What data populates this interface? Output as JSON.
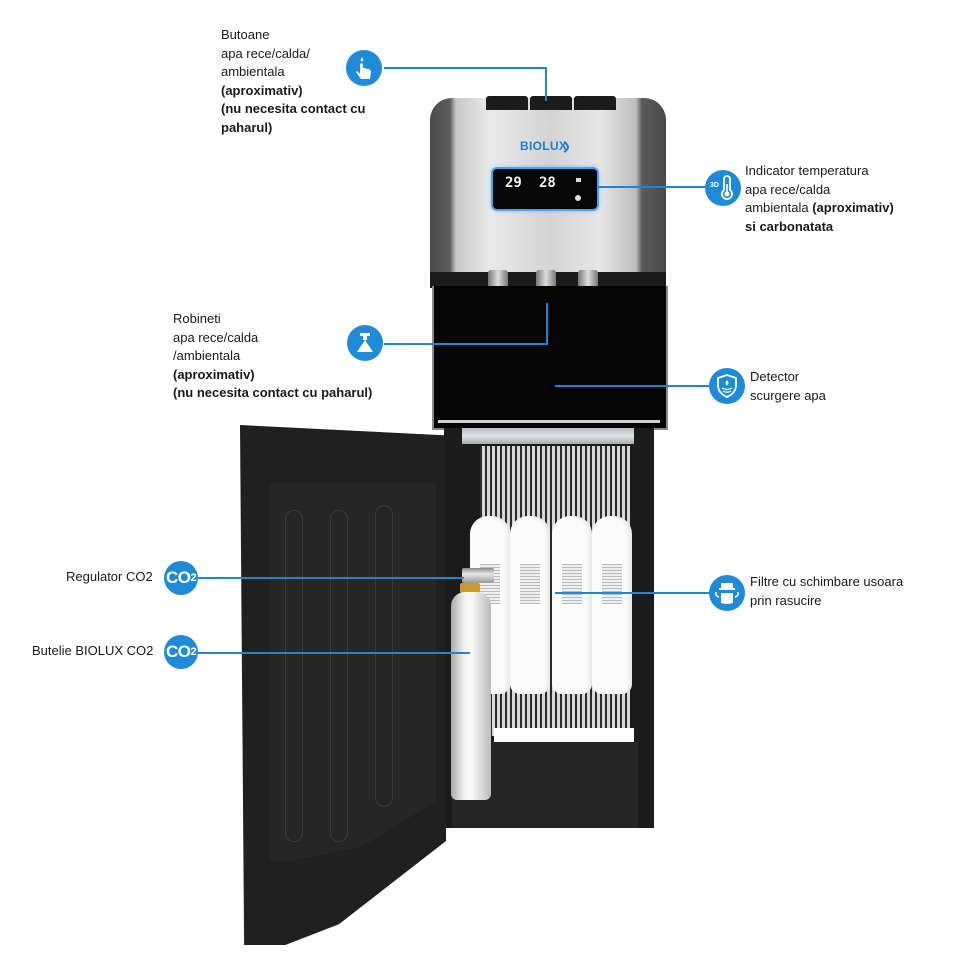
{
  "diagram": {
    "subject": "Water dispenser with CO2 carbonation",
    "brand": "BIOLUX",
    "display": {
      "left_temp": "29",
      "right_temp": "28"
    },
    "accent_color": "#1f8ad8",
    "callouts": [
      {
        "id": "buttons",
        "icon": "touch-button-icon",
        "lines": [
          "Butoane",
          "apa rece/calda/",
          "ambientala"
        ],
        "bold_lines": [
          "(aproximativ)",
          "(nu necesita contact cu",
          "paharul)"
        ]
      },
      {
        "id": "temp-indicator",
        "icon": "thermometer-3d-icon",
        "lines": [
          "Indicator temperatura",
          "apa rece/calda"
        ],
        "mixed_line": {
          "normal": "ambientala ",
          "bold": "(aproximativ)"
        },
        "bold_lines": [
          "si carbonatata"
        ]
      },
      {
        "id": "taps",
        "icon": "faucet-nozzle-icon",
        "lines": [
          "Robineti",
          "apa rece/calda",
          "/ambientala"
        ],
        "bold_lines": [
          "(aproximativ)",
          "(nu necesita contact cu paharul)"
        ]
      },
      {
        "id": "leak-detector",
        "icon": "shield-water-icon",
        "lines": [
          "Detector",
          "scurgere apa"
        ]
      },
      {
        "id": "filters",
        "icon": "twist-filter-icon",
        "lines": [
          "Filtre cu schimbare usoara",
          "prin rasucire"
        ]
      },
      {
        "id": "co2-regulator",
        "icon": "co2-icon",
        "icon_text": "CO",
        "icon_sub": "2",
        "lines": [
          "Regulator CO2"
        ]
      },
      {
        "id": "co2-bottle",
        "icon": "co2-icon",
        "icon_text": "CO",
        "icon_sub": "2",
        "lines": [
          "Butelie BIOLUX CO2"
        ]
      }
    ]
  }
}
